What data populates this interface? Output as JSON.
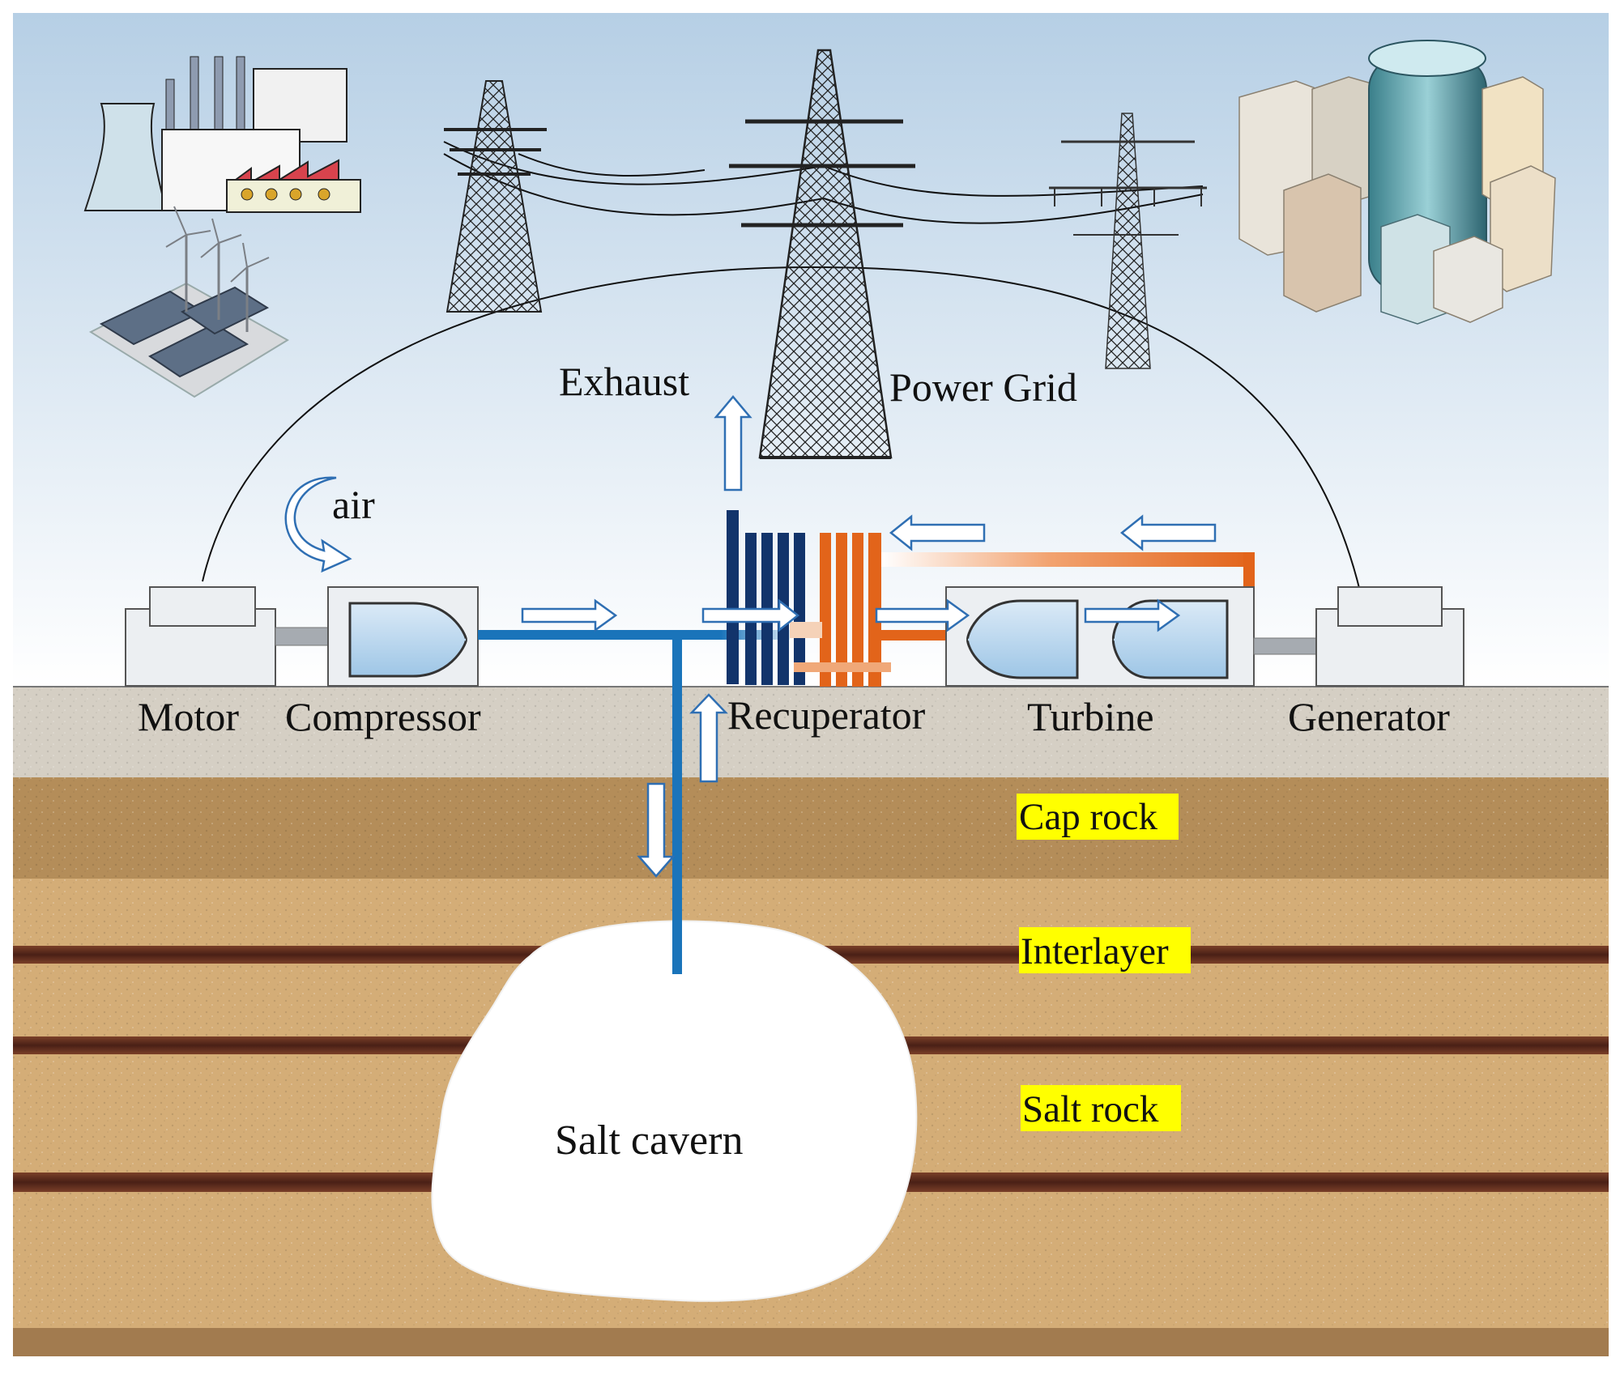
{
  "labels": {
    "exhaust": "Exhaust",
    "power_grid": "Power Grid",
    "air": "air",
    "motor": "Motor",
    "compressor": "Compressor",
    "recuperator": "Recuperator",
    "turbine": "Turbine",
    "generator": "Generator",
    "salt_cavern": "Salt cavern"
  },
  "strata": {
    "cap_rock": "Cap rock",
    "interlayer": "Interlayer",
    "salt_rock": "Salt rock"
  },
  "icons": [
    "power-plant-icon",
    "wind-solar-farm-icon",
    "transmission-tower-icon",
    "city-buildings-icon"
  ],
  "colors": {
    "sky_top": "#b8d0e6",
    "sky_bottom": "#ffffff",
    "ground_surface": "#d6d0c6",
    "soil": "#b8935e",
    "sand": "#d7b27c",
    "interlayer": "#5a2b1c",
    "cold_pipe": "#1a74ba",
    "cold_plate": "#12346b",
    "hot_pipe": "#e2641a",
    "label_highlight": "#ffff00"
  }
}
